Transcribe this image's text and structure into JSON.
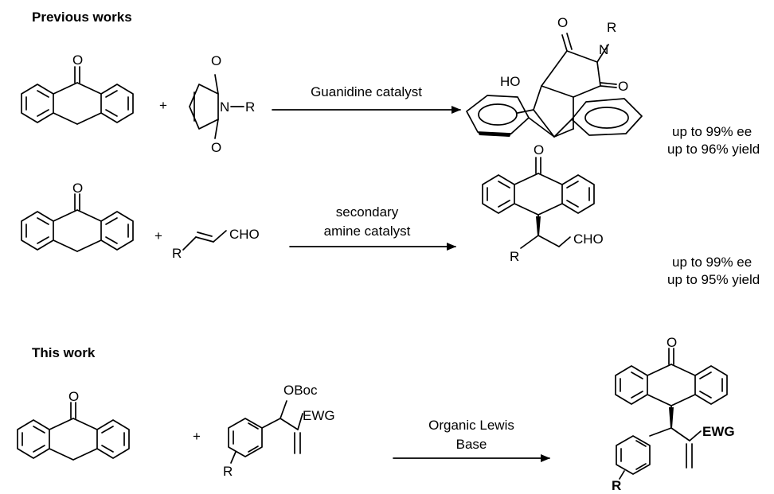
{
  "sections": {
    "previous": "Previous works",
    "this": "This work"
  },
  "reactions": [
    {
      "reagent": {
        "n": "N",
        "r": "R",
        "o1": "O",
        "o2": "O"
      },
      "condition": [
        "Guanidine catalyst"
      ],
      "product": {
        "o1": "O",
        "o2": "O",
        "n": "N",
        "r": "R",
        "ho": "HO"
      },
      "results": [
        "up to 99% ee",
        "up to 96% yield"
      ]
    },
    {
      "reagent": {
        "r": "R",
        "cho": "CHO"
      },
      "condition": [
        "secondary",
        "amine catalyst"
      ],
      "product": {
        "r": "R",
        "cho": "CHO"
      },
      "results": [
        "up to 99% ee",
        "up to 95% yield"
      ]
    },
    {
      "reagent": {
        "oboc": "OBoc",
        "ewg": "EWG",
        "r": "R"
      },
      "condition": [
        "Organic Lewis",
        "Base"
      ],
      "product": {
        "ewg": "EWG",
        "r": "R"
      },
      "results": []
    }
  ],
  "common": {
    "anthrone_o": "O",
    "plus": "+"
  }
}
